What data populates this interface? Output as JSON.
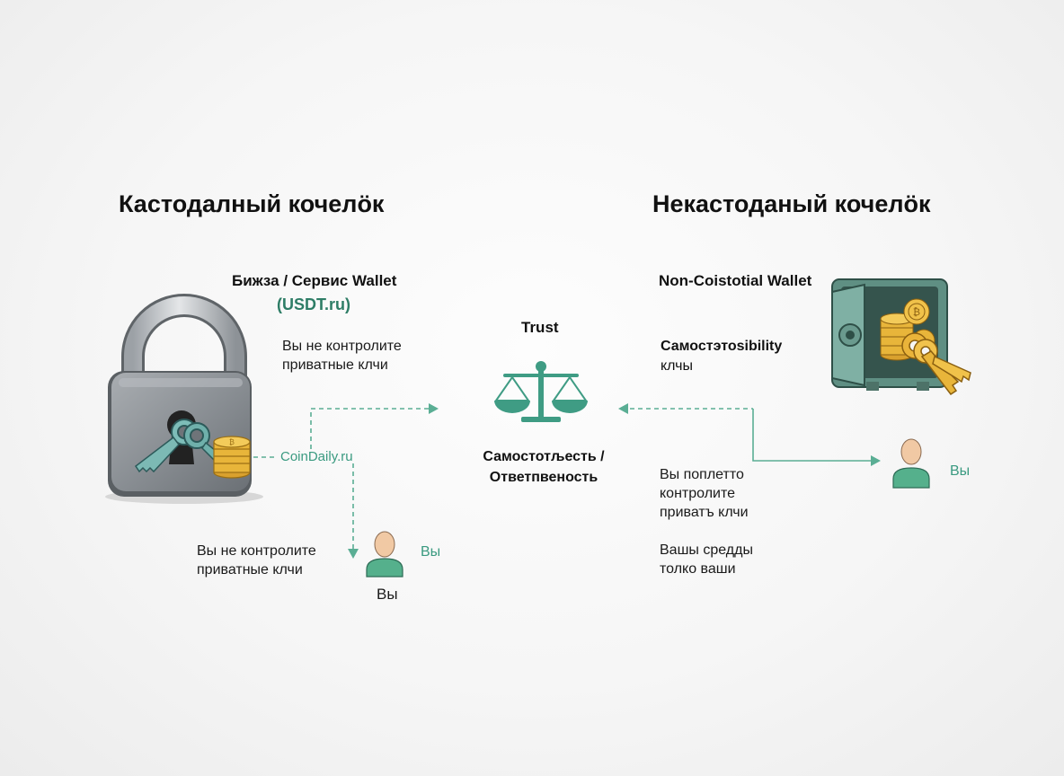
{
  "left": {
    "title": "Кастодалный кочелӧк",
    "provider_line1": "Бижза / Сервис Wallet",
    "provider_line2": "(USDT.ru)",
    "no_control_top": [
      "Вы не контролите",
      "приватные клчи"
    ],
    "coindaily": "CoinDaily.ru",
    "no_control_bottom": [
      "Вы не контролите",
      "приватные клчи"
    ],
    "user_tag": "Вы",
    "user_caption": "Вы"
  },
  "center": {
    "trust": "Trust",
    "responsibility": [
      "Самостотљесть /",
      "Ответпвеность"
    ]
  },
  "right": {
    "title": "Некастоданый кочелӧк",
    "wallet_name": "Non-Coistotial Wallet",
    "keys_line1": "Самостэтоsibility",
    "keys_line2": "клчы",
    "user_tag": "Вы",
    "control_text": [
      "Вы поплетто",
      "контролите",
      "приватъ клчи"
    ],
    "funds_text": [
      "Вашы средды",
      "толко ваши"
    ]
  },
  "colors": {
    "accent": "#3f9c84",
    "dashed_line": "#5aae94",
    "coin": "#e8b53a",
    "key_teal": "#6fb4b0",
    "safe": "#6a9a8e",
    "lock_body": "#8a8f94"
  },
  "icons": [
    "padlock-icon",
    "keys-icon",
    "coins-icon",
    "scales-icon",
    "safe-icon",
    "gold-keys-icon",
    "user-avatar-icon"
  ]
}
